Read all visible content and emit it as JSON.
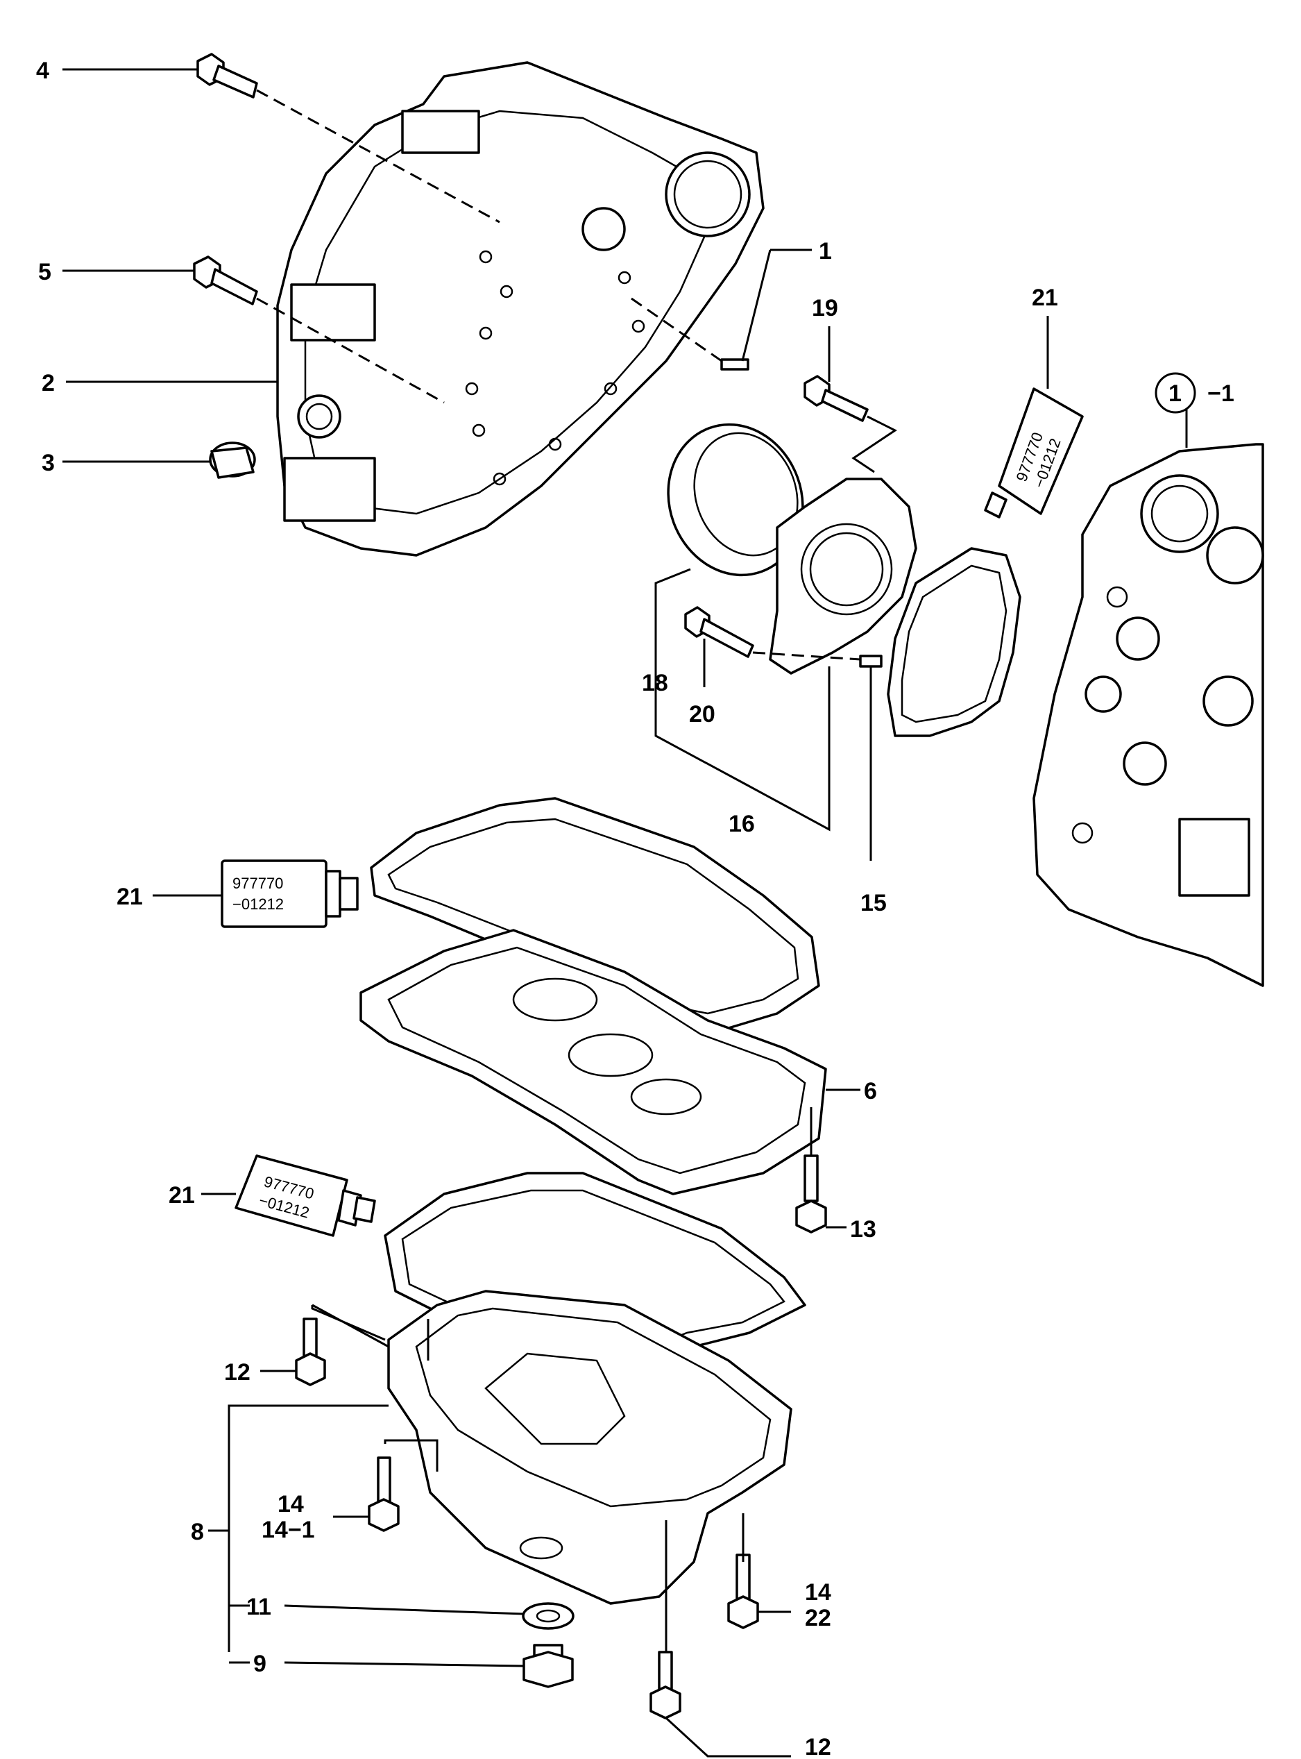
{
  "callouts": [
    {
      "id": "c4",
      "text": "4"
    },
    {
      "id": "c5",
      "text": "5"
    },
    {
      "id": "c2",
      "text": "2"
    },
    {
      "id": "c3",
      "text": "3"
    },
    {
      "id": "c1",
      "text": "1"
    },
    {
      "id": "c19",
      "text": "19"
    },
    {
      "id": "c21a",
      "text": "21"
    },
    {
      "id": "c1_1",
      "text": "−1"
    },
    {
      "id": "c1_circle",
      "text": "1"
    },
    {
      "id": "c18",
      "text": "18"
    },
    {
      "id": "c20",
      "text": "20"
    },
    {
      "id": "c16",
      "text": "16"
    },
    {
      "id": "c15",
      "text": "15"
    },
    {
      "id": "c21b",
      "text": "21"
    },
    {
      "id": "c6",
      "text": "6"
    },
    {
      "id": "c13",
      "text": "13"
    },
    {
      "id": "c21c",
      "text": "21"
    },
    {
      "id": "c12a",
      "text": "12"
    },
    {
      "id": "c14a",
      "text": "14"
    },
    {
      "id": "c14_1",
      "text": "14−1"
    },
    {
      "id": "c8",
      "text": "8"
    },
    {
      "id": "c11",
      "text": "11"
    },
    {
      "id": "c9",
      "text": "9"
    },
    {
      "id": "c14b",
      "text": "14"
    },
    {
      "id": "c22",
      "text": "22"
    },
    {
      "id": "c12b",
      "text": "12"
    }
  ],
  "sealant_tubes": [
    {
      "id": "t1",
      "line1": "977770",
      "line2": "−01212"
    },
    {
      "id": "t2",
      "line1": "977770",
      "line2": "−01212"
    },
    {
      "id": "t3",
      "line1": "977770",
      "line2": "−01212"
    }
  ]
}
